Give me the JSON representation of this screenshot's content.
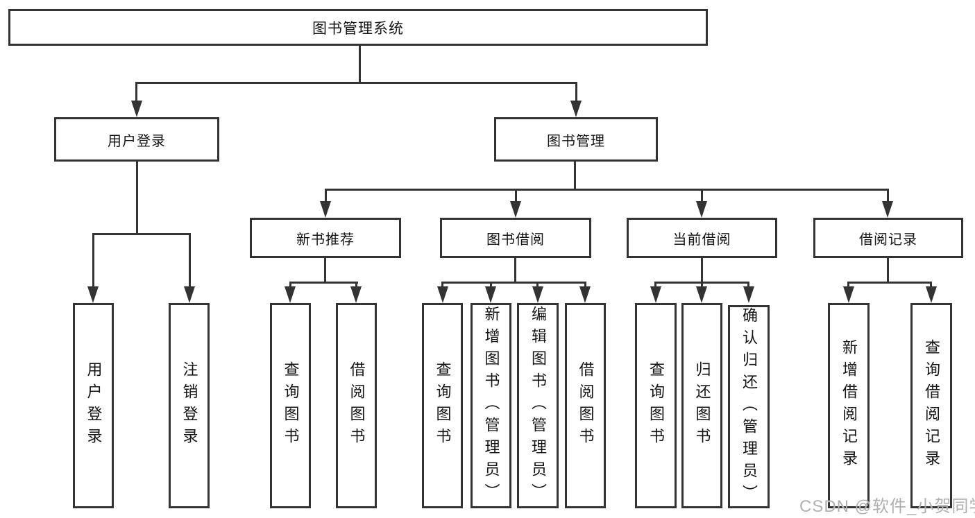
{
  "diagram": {
    "root": {
      "label": "图书管理系统"
    },
    "branches": [
      {
        "label": "用户登录",
        "leaves": [
          {
            "label": "用户登录"
          },
          {
            "label": "注销登录"
          }
        ]
      },
      {
        "label": "图书管理",
        "groups": [
          {
            "label": "新书推荐",
            "leaves": [
              {
                "label": "查询图书"
              },
              {
                "label": "借阅图书"
              }
            ]
          },
          {
            "label": "图书借阅",
            "leaves": [
              {
                "label": "查询图书"
              },
              {
                "label": "新增图书（管理员）"
              },
              {
                "label": "编辑图书（管理员）"
              },
              {
                "label": "借阅图书"
              }
            ]
          },
          {
            "label": "当前借阅",
            "leaves": [
              {
                "label": "查询图书"
              },
              {
                "label": "归还图书"
              },
              {
                "label": "确认归还（管理员）"
              }
            ]
          },
          {
            "label": "借阅记录",
            "leaves": [
              {
                "label": "新增借阅记录"
              },
              {
                "label": "查询借阅记录"
              }
            ]
          }
        ]
      }
    ]
  },
  "watermark": "CSDN @软件_小贺同学",
  "colors": {
    "line": "#333333",
    "text": "#151515",
    "background": "#ffffff",
    "watermark": "#b0b0b0"
  }
}
